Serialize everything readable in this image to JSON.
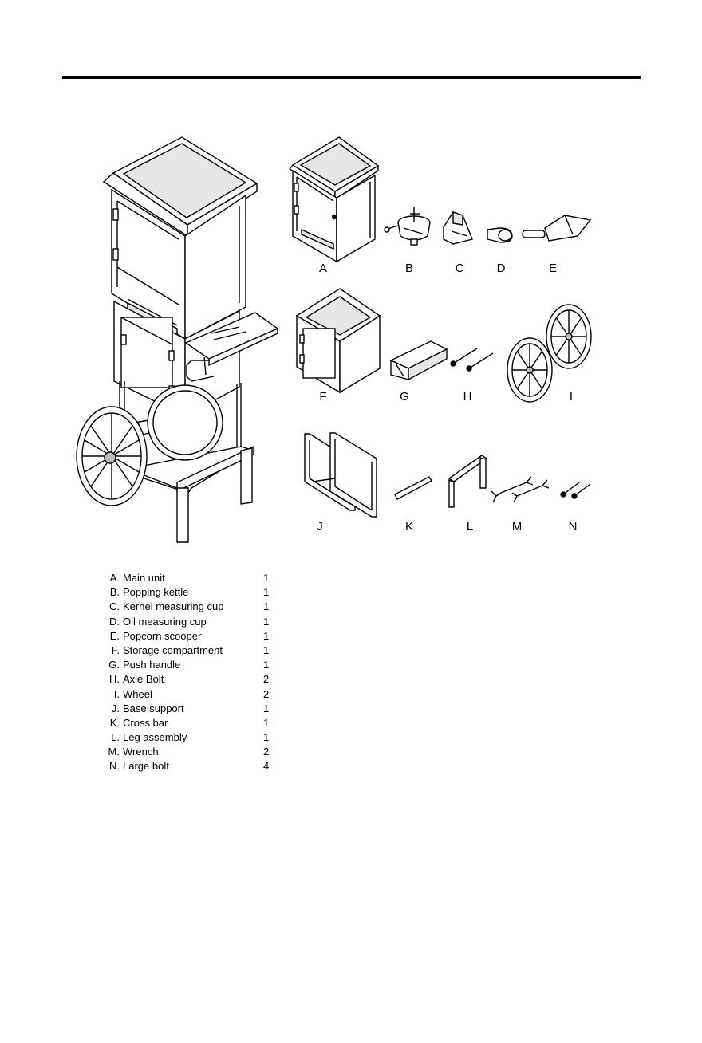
{
  "labels": [
    "A",
    "B",
    "C",
    "D",
    "E",
    "F",
    "G",
    "H",
    "I",
    "J",
    "K",
    "L",
    "M",
    "N"
  ],
  "parts": [
    {
      "code": "A.",
      "name": "Main unit",
      "qty": "1"
    },
    {
      "code": "B.",
      "name": "Popping kettle",
      "qty": "1"
    },
    {
      "code": "C.",
      "name": "Kernel measuring cup",
      "qty": "1"
    },
    {
      "code": "D.",
      "name": "Oil measuring cup",
      "qty": "1"
    },
    {
      "code": "E.",
      "name": "Popcorn scooper",
      "qty": "1"
    },
    {
      "code": "F.",
      "name": "Storage compartment",
      "qty": "1"
    },
    {
      "code": "G.",
      "name": "Push handle",
      "qty": "1"
    },
    {
      "code": "H.",
      "name": "Axle Bolt",
      "qty": "2"
    },
    {
      "code": "I.",
      "name": "Wheel",
      "qty": "2"
    },
    {
      "code": "J.",
      "name": "Base support",
      "qty": "1"
    },
    {
      "code": "K.",
      "name": "Cross bar",
      "qty": "1"
    },
    {
      "code": "L.",
      "name": "Leg assembly",
      "qty": "1"
    },
    {
      "code": "M.",
      "name": "Wrench",
      "qty": "2"
    },
    {
      "code": "N.",
      "name": "Large bolt",
      "qty": "4"
    }
  ]
}
